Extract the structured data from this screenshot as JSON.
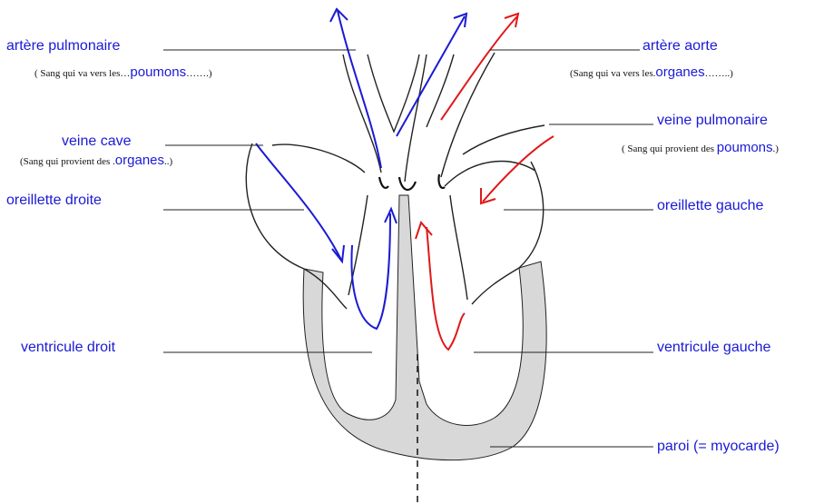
{
  "colors": {
    "deoxygenated": "#1a1ad6",
    "oxygenated": "#e01818",
    "label": "#1a1ad6",
    "wall": "#d8d8d8",
    "outline": "#222222"
  },
  "labels": {
    "pulmonary_artery": "artère pulmonaire",
    "pulmonary_artery_note_prefix": "( Sang qui va vers les…",
    "pulmonary_artery_fill": "poumons",
    "pulmonary_artery_note_suffix": "…….)",
    "aorta": "artère aorte",
    "aorta_note_prefix": "(Sang qui va vers les.",
    "aorta_fill": "organes",
    "aorta_note_suffix": "……..)",
    "vena_cava": "veine cave",
    "vena_cava_note_prefix": "(Sang qui provient des .",
    "vena_cava_fill": "organes",
    "vena_cava_note_suffix": "..)",
    "pulmonary_vein": "veine pulmonaire",
    "pulmonary_vein_note_prefix": "( Sang qui provient des ",
    "pulmonary_vein_fill": "poumons",
    "pulmonary_vein_note_suffix": ".)",
    "right_atrium": "oreillette droite",
    "left_atrium": "oreillette gauche",
    "right_ventricle": "ventricule droit",
    "left_ventricle": "ventricule gauche",
    "wall": "paroi (= myocarde)"
  }
}
